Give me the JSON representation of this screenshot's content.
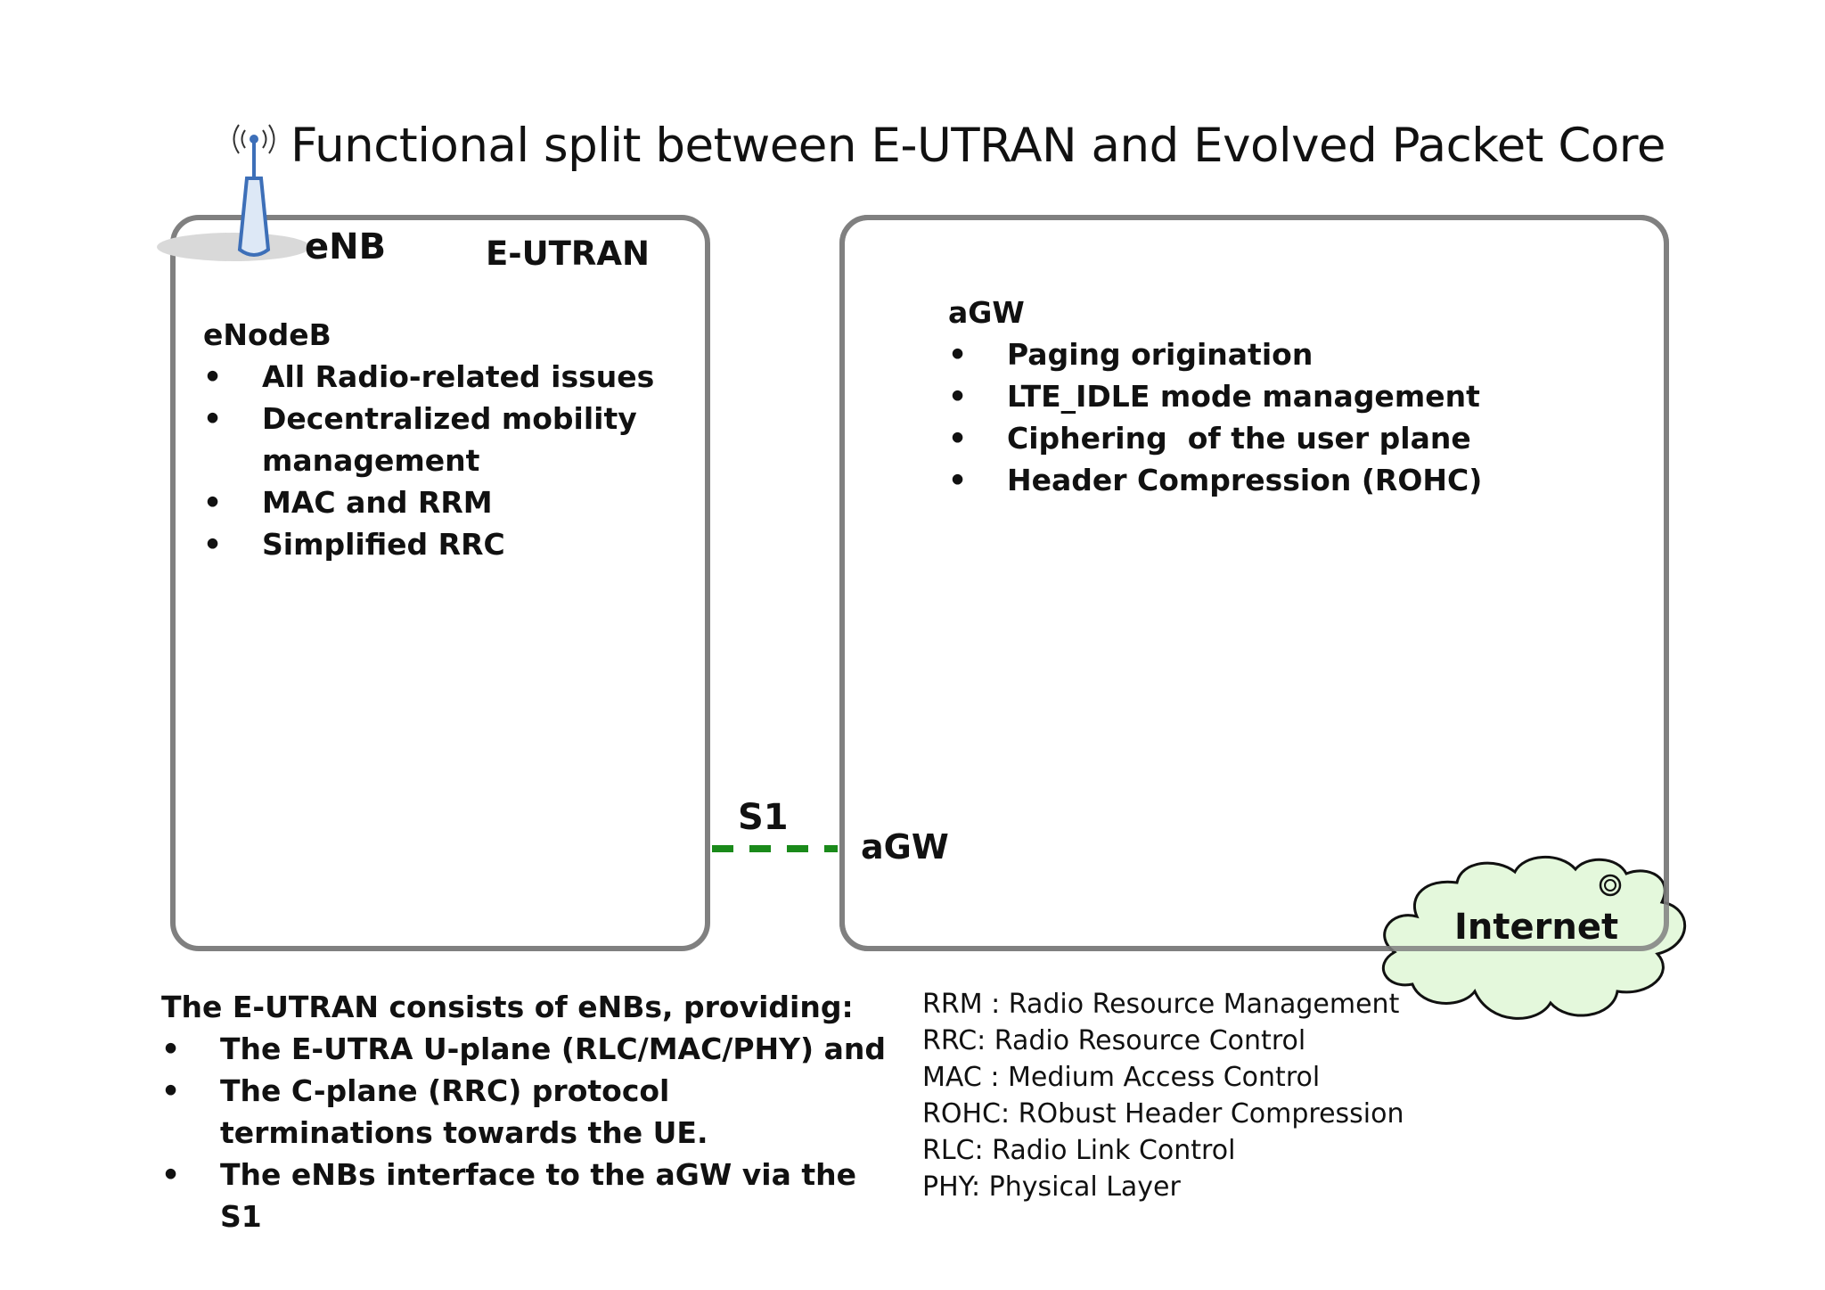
{
  "title": "Functional split between E-UTRAN and Evolved Packet Core",
  "enb_box": {
    "node_label": "eNB",
    "region_label": "E-UTRAN",
    "heading": "eNodeB",
    "items": [
      "All Radio-related issues",
      "Decentralized mobility management",
      "MAC and RRM",
      "Simplified RRC"
    ]
  },
  "agw_box": {
    "heading": "aGW",
    "items": [
      "Paging origination",
      "LTE_IDLE mode management",
      "Ciphering  of the user plane",
      "Header Compression (ROHC)"
    ],
    "node_label": "aGW"
  },
  "link": {
    "label": "S1",
    "color": "#1a8a1a"
  },
  "internet": {
    "label": "Internet",
    "fill": "#e4f8dc"
  },
  "summary": {
    "heading": "The E-UTRAN consists of eNBs, providing:",
    "items": [
      "The E-UTRA U-plane (RLC/MAC/PHY) and",
      "The C-plane (RRC) protocol terminations towards the UE.",
      "The eNBs interface to the aGW via the S1"
    ]
  },
  "abbreviations": [
    "RRM : Radio Resource Management",
    "RRC: Radio Resource Control",
    "MAC : Medium Access Control",
    "ROHC: RObust Header Compression",
    "RLC: Radio Link Control",
    "PHY: Physical Layer"
  ],
  "icons": {
    "antenna": "antenna-tower-icon",
    "cloud": "cloud-icon"
  }
}
